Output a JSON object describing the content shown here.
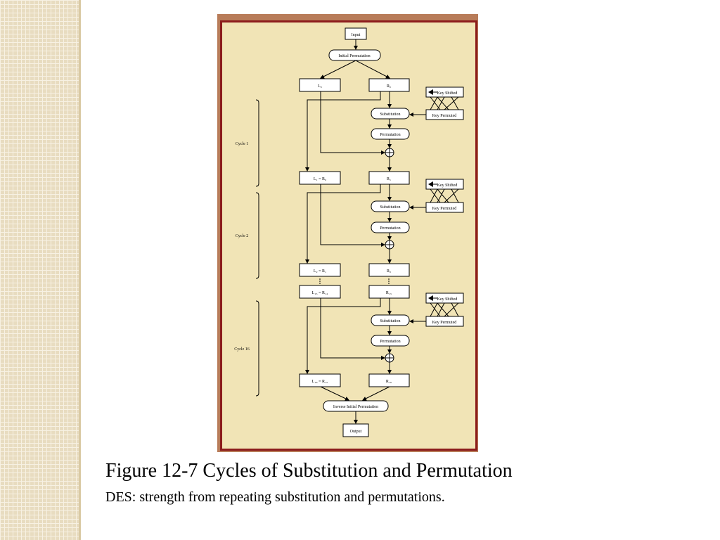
{
  "slide": {
    "caption_title": "Figure 12-7  Cycles of Substitution and Permutation",
    "caption_subtitle": "DES: strength from repeating substitution and permutations."
  },
  "diagram": {
    "input": "Input",
    "initial_permutation": "Initial Permutation",
    "inverse_initial_permutation": "Inverse Initial Permutation",
    "output": "Output",
    "substitution": "Substitution",
    "permutation": "Permutation",
    "key_shifted": "Key Shifted",
    "key_permuted": "Key Permuted",
    "cycles": [
      {
        "label": "Cycle 1",
        "left_out": "L₁ = R₀",
        "right_out": "R₁"
      },
      {
        "label": "Cycle 2",
        "left_out": "L₂ = R₁",
        "right_out": "R₂"
      },
      {
        "label": "Cycle 16",
        "left_out": "L₁₆ = R₁₅",
        "right_out": "R₁₆"
      }
    ],
    "left_initial": "L₀",
    "right_initial": "R₀",
    "left_before_last": "L₁₅ = R₁₄",
    "right_before_last": "R₁₅"
  },
  "colors": {
    "figure_background": "#f1e4b6",
    "figure_border": "#8c1c1c",
    "figure_outer": "#b87c59",
    "side_pattern": "#e8dcc0"
  }
}
